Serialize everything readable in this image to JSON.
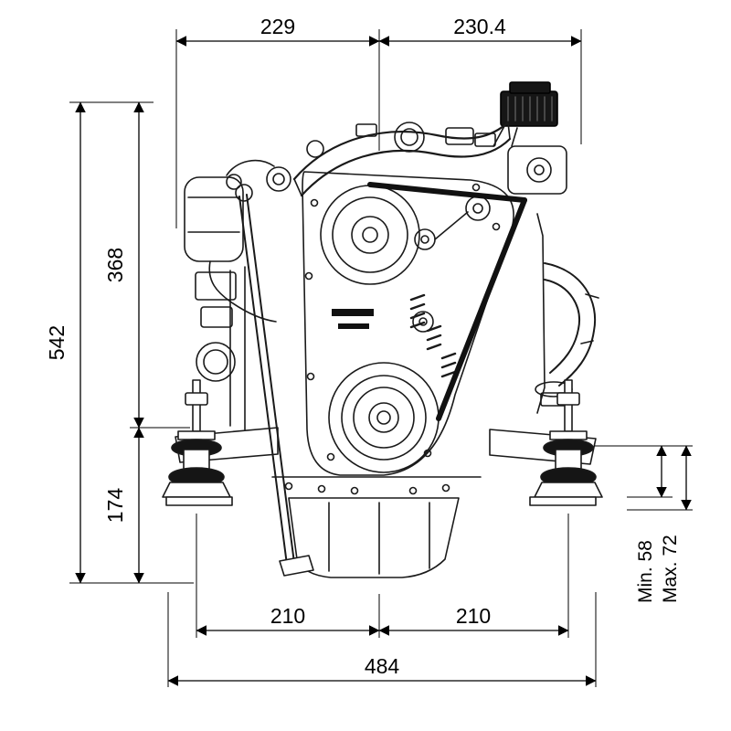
{
  "colors": {
    "background": "#ffffff",
    "line": "#000000",
    "dark_fill": "#161616"
  },
  "drawing": {
    "dimensions": {
      "top_left_width": "229",
      "top_right_width": "230.4",
      "overall_height": "542",
      "upper_section_height": "368",
      "lower_section_height": "174",
      "mount_height_min": "Min. 58",
      "mount_height_max": "Max. 72",
      "bottom_left_span": "210",
      "bottom_right_span": "210",
      "overall_base_width": "484"
    }
  }
}
